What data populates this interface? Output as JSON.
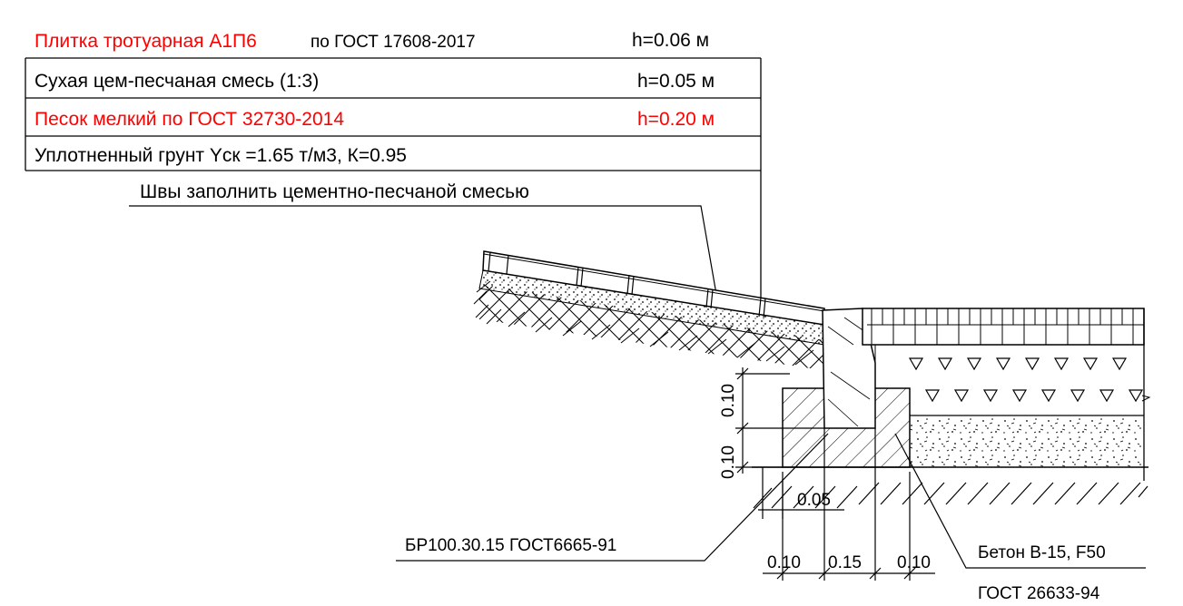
{
  "layers": [
    {
      "name": "Плитка тротуарная А1П6",
      "suffix": "по ГОСТ 17608-2017",
      "thickness": "h=0.06 м",
      "name_color": "#ff0000",
      "thickness_color": "#000000"
    },
    {
      "name": "Сухая цем-песчаная смесь (1:3)",
      "suffix": "",
      "thickness": "h=0.05 м",
      "name_color": "#000000",
      "thickness_color": "#000000"
    },
    {
      "name": "Песок мелкий по  ГОСТ 32730-2014",
      "suffix": "",
      "thickness": "h=0.20 м",
      "name_color": "#ff0000",
      "thickness_color": "#ff0000"
    },
    {
      "name": "Уплотненный грунт Yск =1.65 т/м3, К=0.95",
      "suffix": "",
      "thickness": "",
      "name_color": "#000000",
      "thickness_color": "#000000"
    }
  ],
  "callouts": {
    "joints": "Швы заполнить цементно-песчаной смесью",
    "curb": "БР100.30.15 ГОСТ6665-91",
    "concrete": "Бетон В-15, F50",
    "concrete_standard": "ГОСТ 26633-94"
  },
  "dimensions": {
    "vertical_upper": "0.10",
    "vertical_lower": "0.10",
    "offset": "0.05",
    "bottom_left": "0.10",
    "bottom_mid": "0.15",
    "bottom_right": "0.10"
  }
}
